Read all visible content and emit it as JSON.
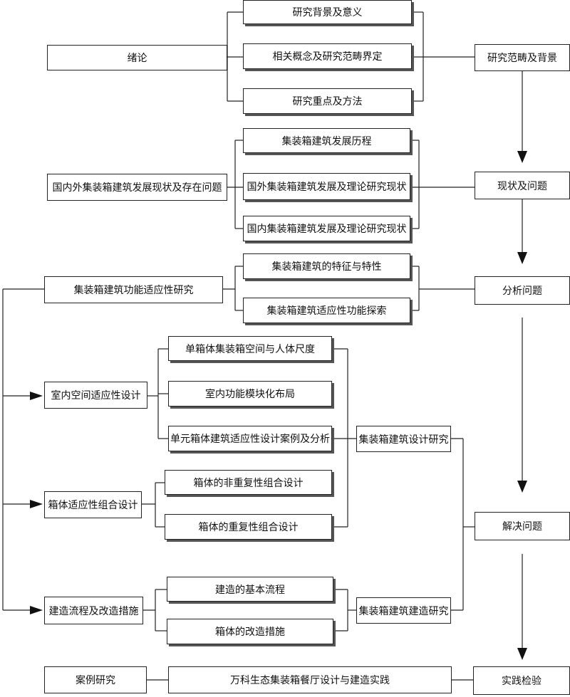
{
  "row1": {
    "left": "绪论",
    "items": [
      "研究背景及意义",
      "相关概念及研究范畴界定",
      "研究重点及方法"
    ],
    "right": "研究范畴及背景"
  },
  "row2": {
    "left": "国内外集装箱建筑发展现状及存在问题",
    "items": [
      "集装箱建筑发展历程",
      "国外集装箱建筑发展及理论研究现状",
      "国内集装箱建筑发展及理论研究现状"
    ],
    "right": "现状及问题"
  },
  "row3": {
    "left": "集装箱建筑功能适应性研究",
    "items": [
      "集装箱建筑的特征与特性",
      "集装箱建筑适应性功能探索"
    ],
    "right": "分析问题"
  },
  "design": {
    "interior": "室内空间适应性设计",
    "interior_items": [
      "单箱体集装箱空间与人体尺度",
      "室内功能模块化布局",
      "单元箱体建筑适应性设计案例及分析"
    ],
    "combo": "箱体适应性组合设计",
    "combo_items": [
      "箱体的非重复性组合设计",
      "箱体的重复性组合设计"
    ],
    "design_study": "集装箱建筑设计研究",
    "build": "建造流程及改造措施",
    "build_items": [
      "建造的基本流程",
      "箱体的改造措施"
    ],
    "build_study": "集装箱建筑建造研究",
    "right": "解决问题"
  },
  "bottom": {
    "left": "案例研究",
    "middle": "万科生态集装箱餐厅设计与建造实践",
    "right": "实践检验"
  }
}
